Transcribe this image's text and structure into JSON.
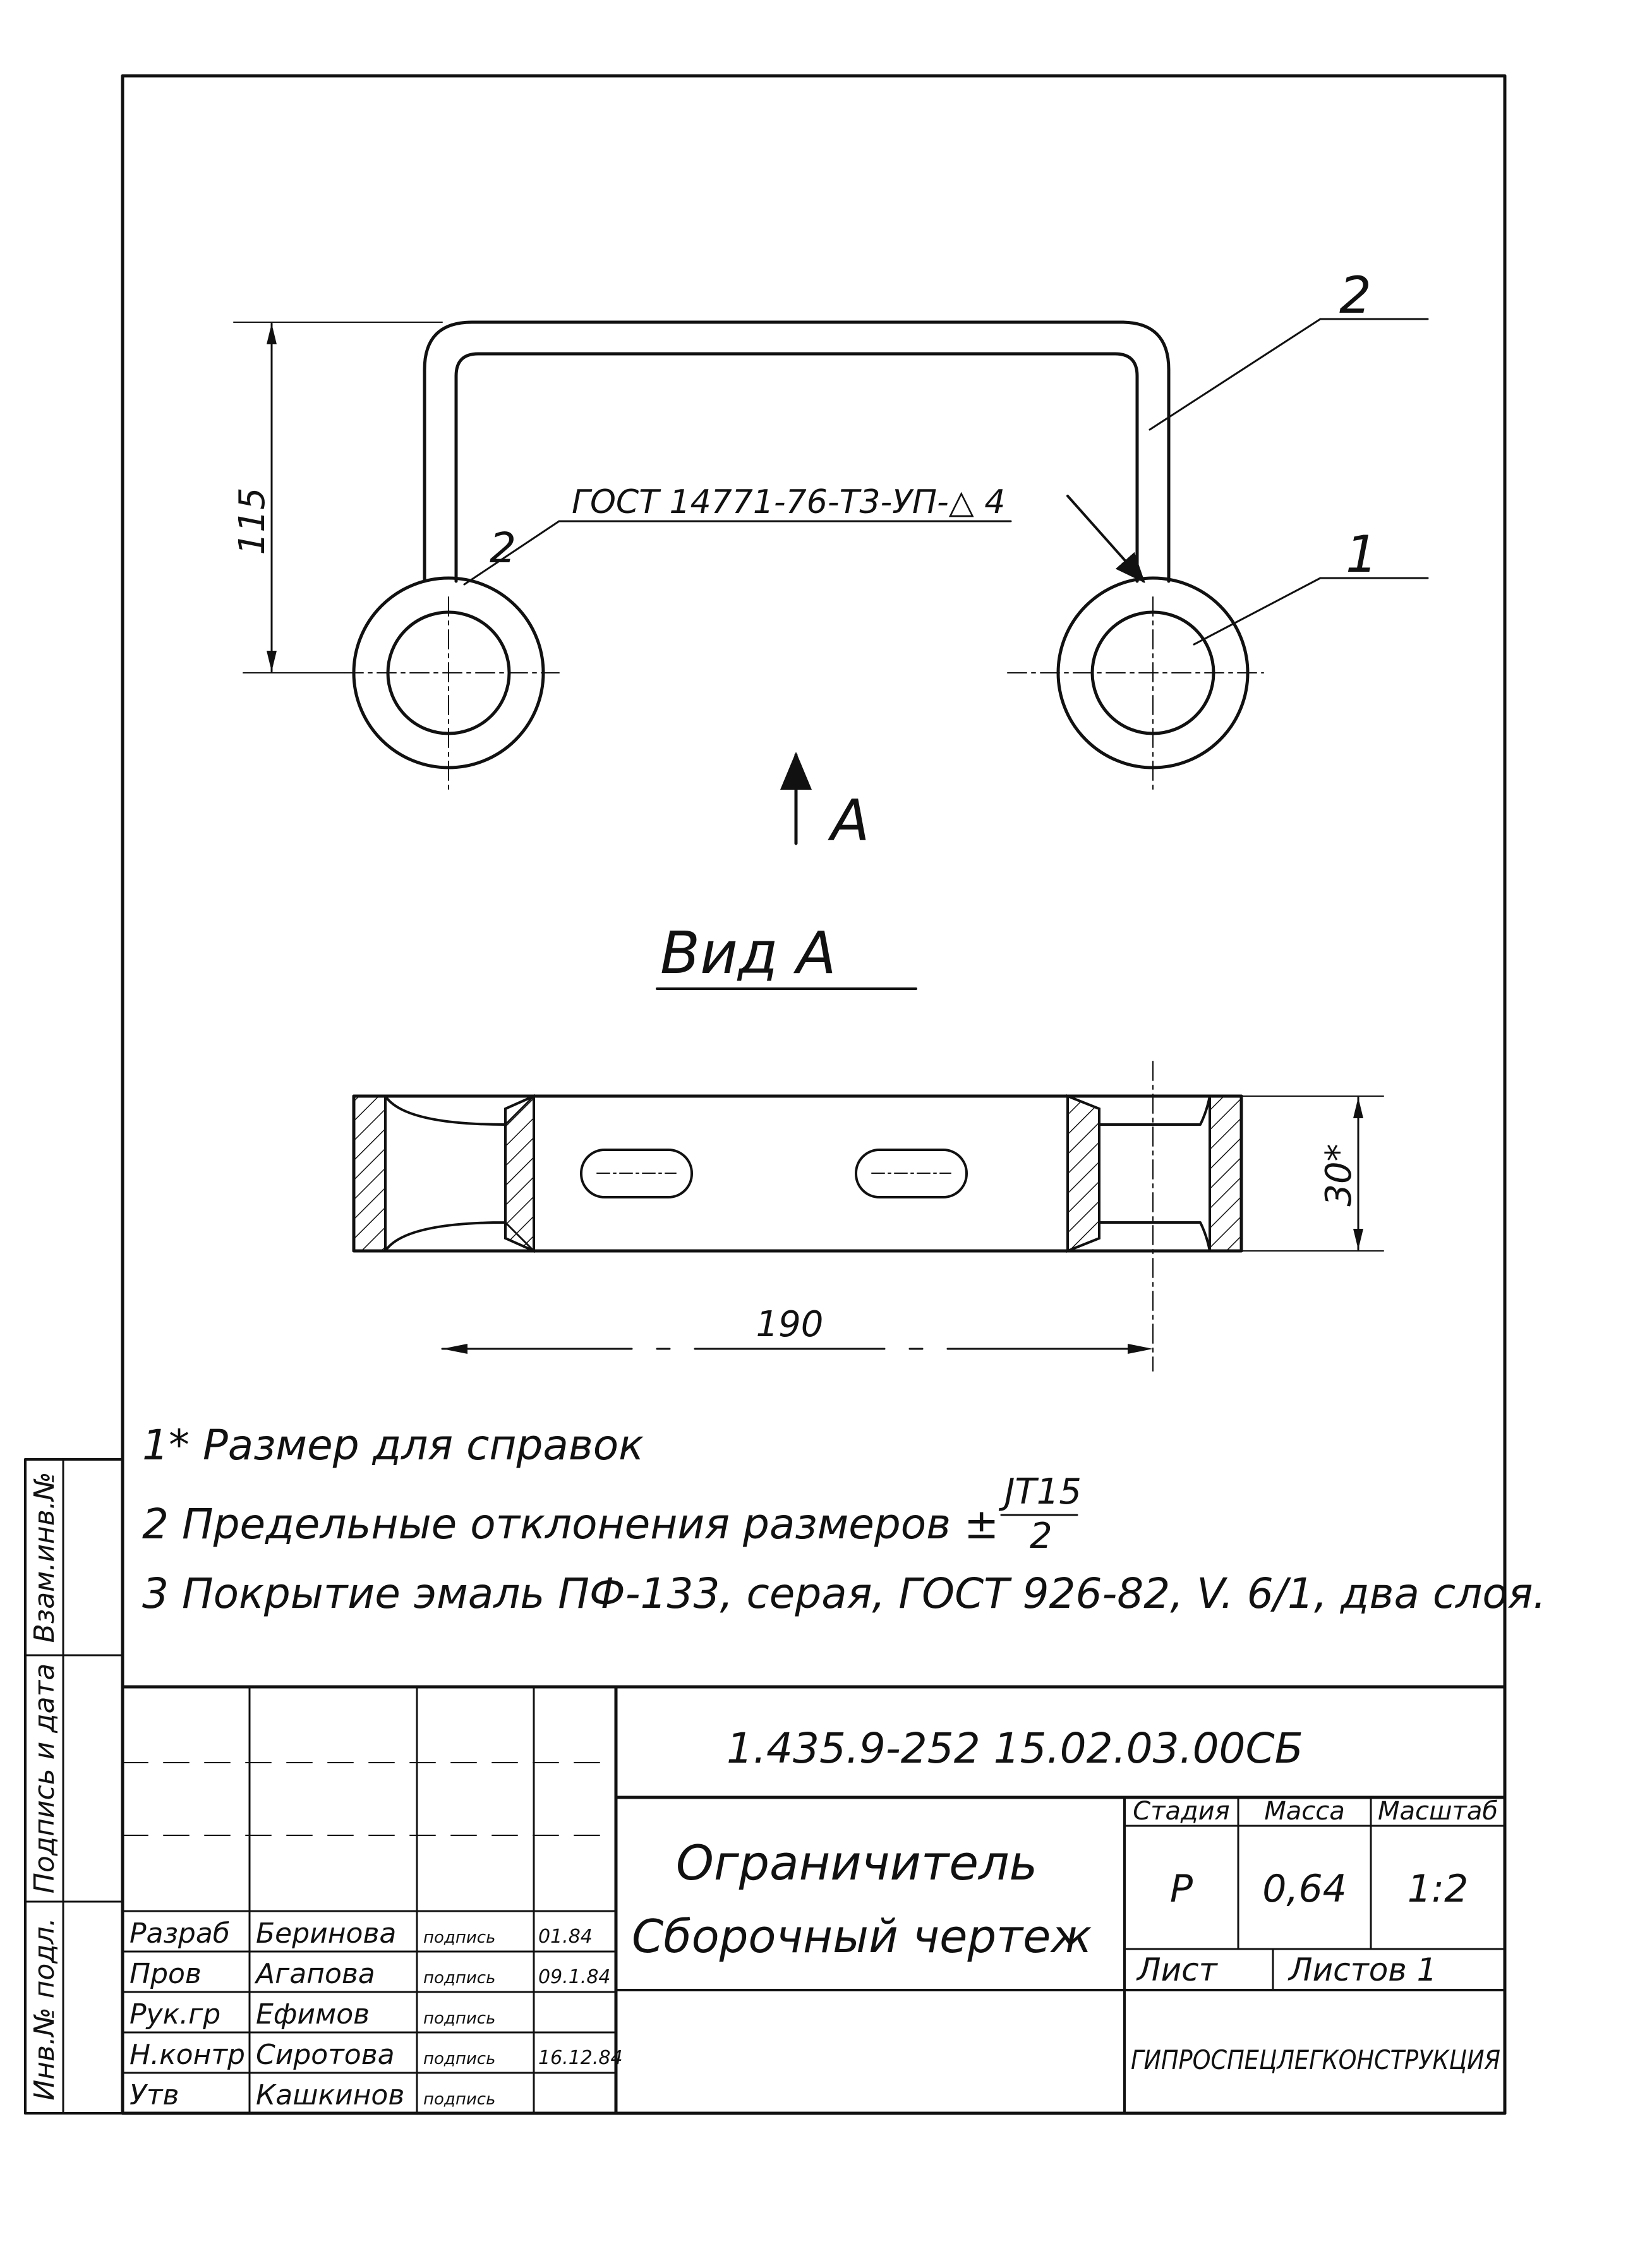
{
  "drawing": {
    "leaders": {
      "top_part": "2",
      "ring": "1",
      "weld_part": "2"
    },
    "weld_note": "ГОСТ 14771-76-Т3-УП-△ 4",
    "dim_height": "115",
    "view_arrow": "А",
    "view_title": "Вид А",
    "dim_thickness": "30*",
    "dim_length": "190"
  },
  "notes": {
    "n1": "1* Размер для справок",
    "n2_text": "2 Предельные отклонения размеров ±",
    "n2_num": "JT15",
    "n2_den": "2",
    "n3": "3 Покрытие эмаль ПФ-133, серая, ГОСТ 926-82, V. 6/1, два слоя."
  },
  "side_strip": {
    "inv_sub": "Взам.инв.№",
    "sign_date": "Подпись и дата",
    "inv_orig": "Инв.№ подл."
  },
  "title_block": {
    "designation": "1.435.9-252  15.02.03.00СБ",
    "name_line1": "Ограничитель",
    "name_line2": "Сборочный чертеж",
    "col_stage": "Стадия",
    "col_mass": "Масса",
    "col_scale": "Масштаб",
    "stage": "Р",
    "mass": "0,64",
    "scale": "1:2",
    "sheet": "Лист",
    "sheets": "Листов 1",
    "org": "ГИПРОСПЕЦЛЕГКОНСТРУКЦИЯ",
    "rows": [
      {
        "role": "Разраб",
        "name": "Беринова",
        "sign": "подпись",
        "date": "01.84"
      },
      {
        "role": "Пров",
        "name": "Агапова",
        "sign": "подпись",
        "date": "09.1.84"
      },
      {
        "role": "Рук.гр",
        "name": "Ефимов",
        "sign": "подпись",
        "date": ""
      },
      {
        "role": "Н.контр",
        "name": "Сиротова",
        "sign": "подпись",
        "date": "16.12.84"
      },
      {
        "role": "Утв",
        "name": "Кашкинов",
        "sign": "подпись",
        "date": ""
      }
    ]
  }
}
